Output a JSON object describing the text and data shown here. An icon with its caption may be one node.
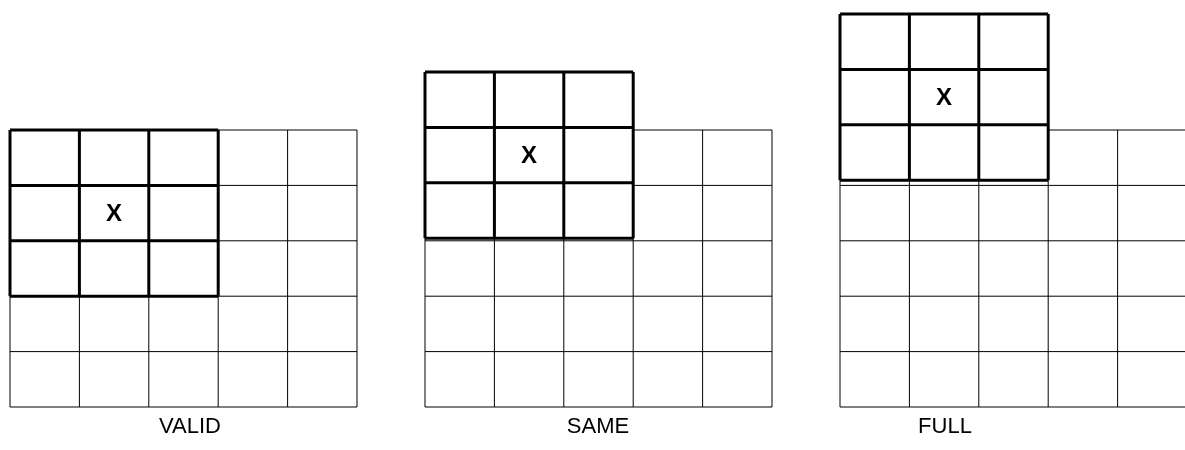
{
  "diagram": {
    "labels": [
      "X",
      "VALID",
      "X",
      "SAME",
      "X",
      "FULL"
    ]
  }
}
